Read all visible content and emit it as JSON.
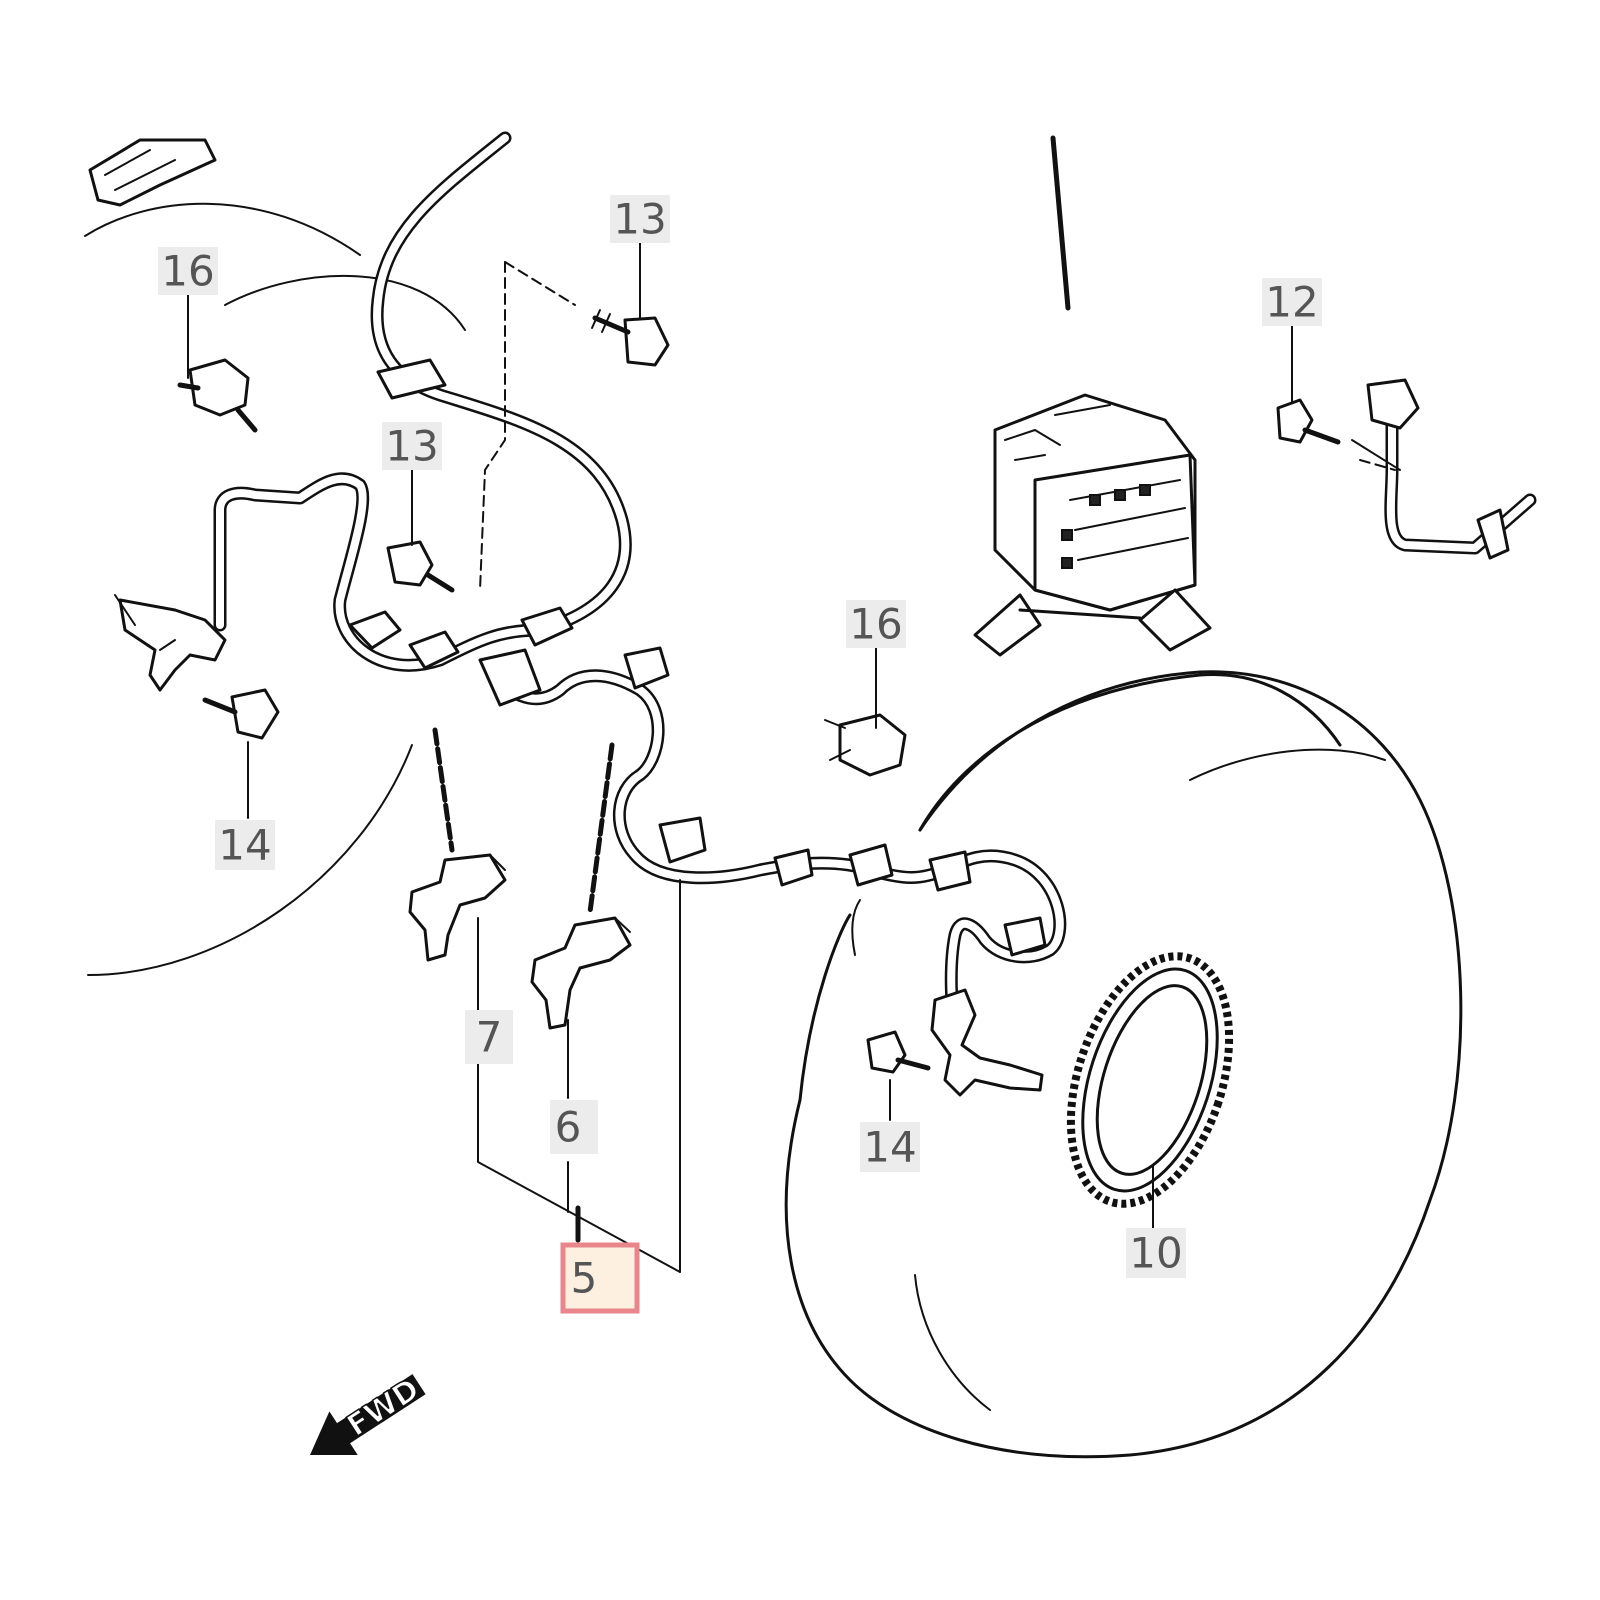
{
  "diagram": {
    "callouts": [
      {
        "id": "callout-13-top",
        "number": "13"
      },
      {
        "id": "callout-16-left",
        "number": "16"
      },
      {
        "id": "callout-13-mid",
        "number": "13"
      },
      {
        "id": "callout-14-left",
        "number": "14"
      },
      {
        "id": "callout-16-right",
        "number": "16"
      },
      {
        "id": "callout-12",
        "number": "12"
      },
      {
        "id": "callout-7",
        "number": "7"
      },
      {
        "id": "callout-6",
        "number": "6"
      },
      {
        "id": "callout-5",
        "number": "5",
        "highlighted": true
      },
      {
        "id": "callout-14-right",
        "number": "14"
      },
      {
        "id": "callout-10",
        "number": "10"
      }
    ],
    "forward_arrow_label": "FWD",
    "highlight_color": "#e8868c",
    "highlight_fill": "#fdf0e0"
  }
}
